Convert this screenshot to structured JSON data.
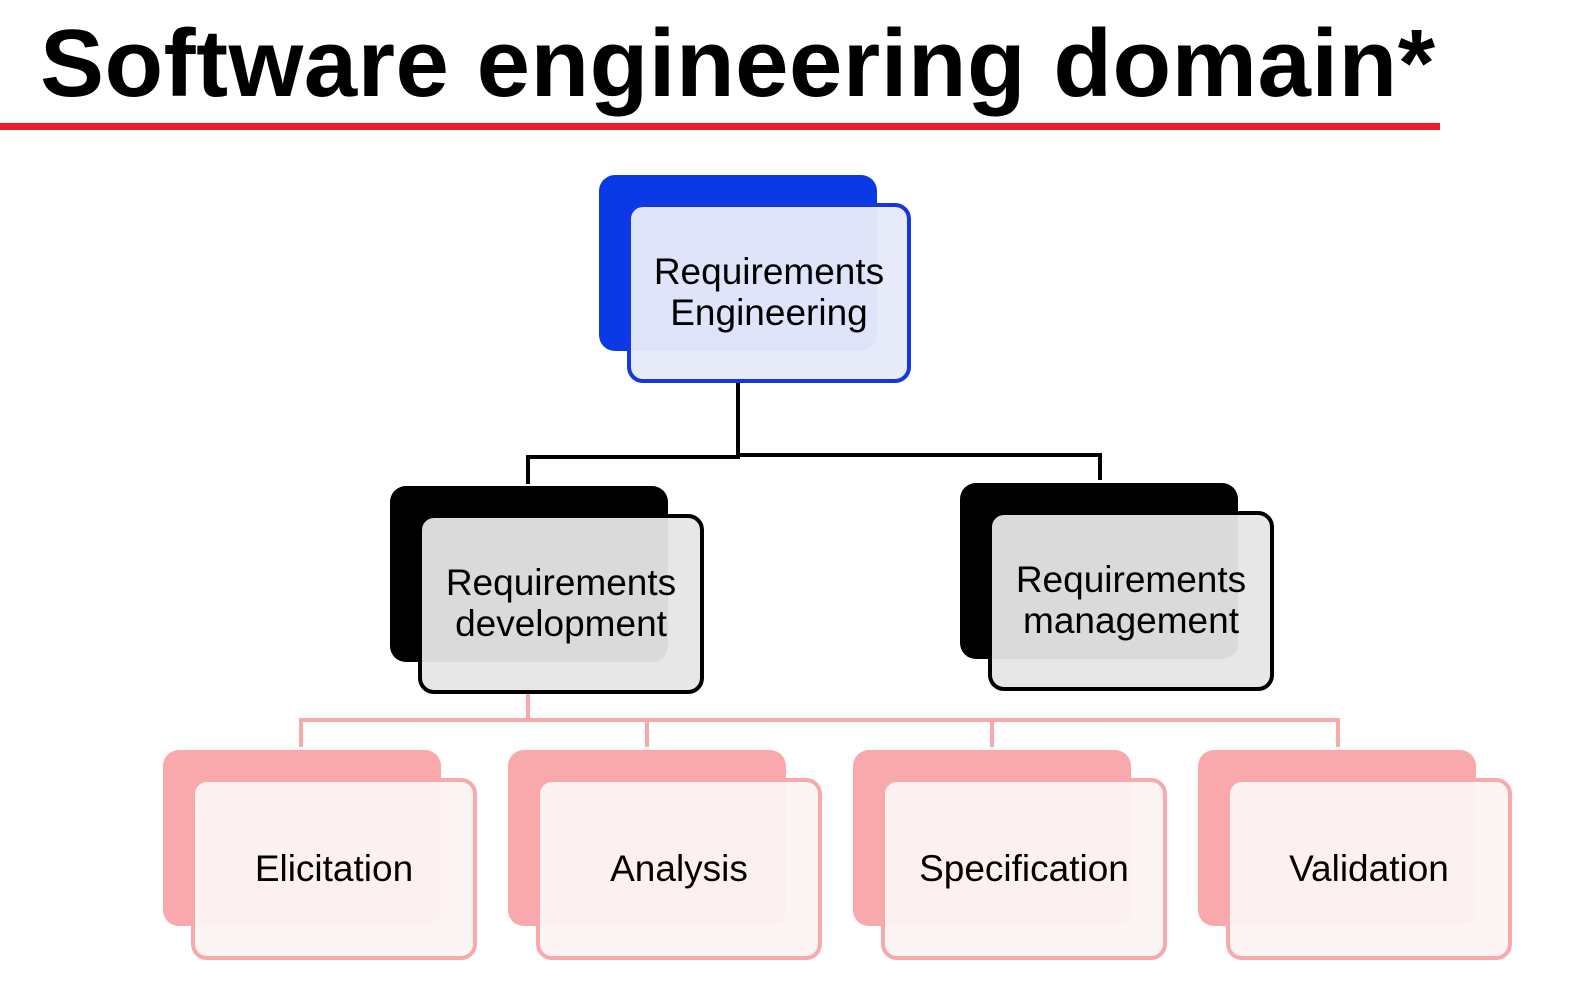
{
  "title": "Software engineering domain*",
  "colors": {
    "title_rule": "#ec1c2e",
    "root_fill": "#0a3ae6",
    "mid_fill": "#000000",
    "leaf_fill": "#f9a8ab",
    "root_connector": "#000000",
    "leaf_connector": "#f7a9ac"
  },
  "diagram": {
    "root": {
      "label": "Requirements\nEngineering"
    },
    "children": [
      {
        "label": "Requirements\ndevelopment",
        "children": [
          {
            "label": "Elicitation"
          },
          {
            "label": "Analysis"
          },
          {
            "label": "Specification"
          },
          {
            "label": "Validation"
          }
        ]
      },
      {
        "label": "Requirements\nmanagement"
      }
    ]
  }
}
